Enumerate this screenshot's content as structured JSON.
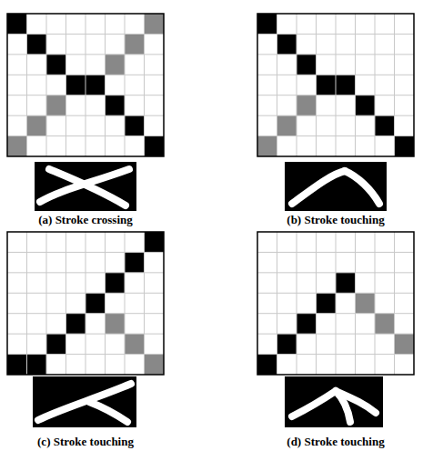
{
  "diagram": {
    "labels": [
      "(a) Stroke crossing",
      "(b) Stroke touching",
      "(c) Stroke touching",
      "(d) Stroke touching"
    ]
  }
}
